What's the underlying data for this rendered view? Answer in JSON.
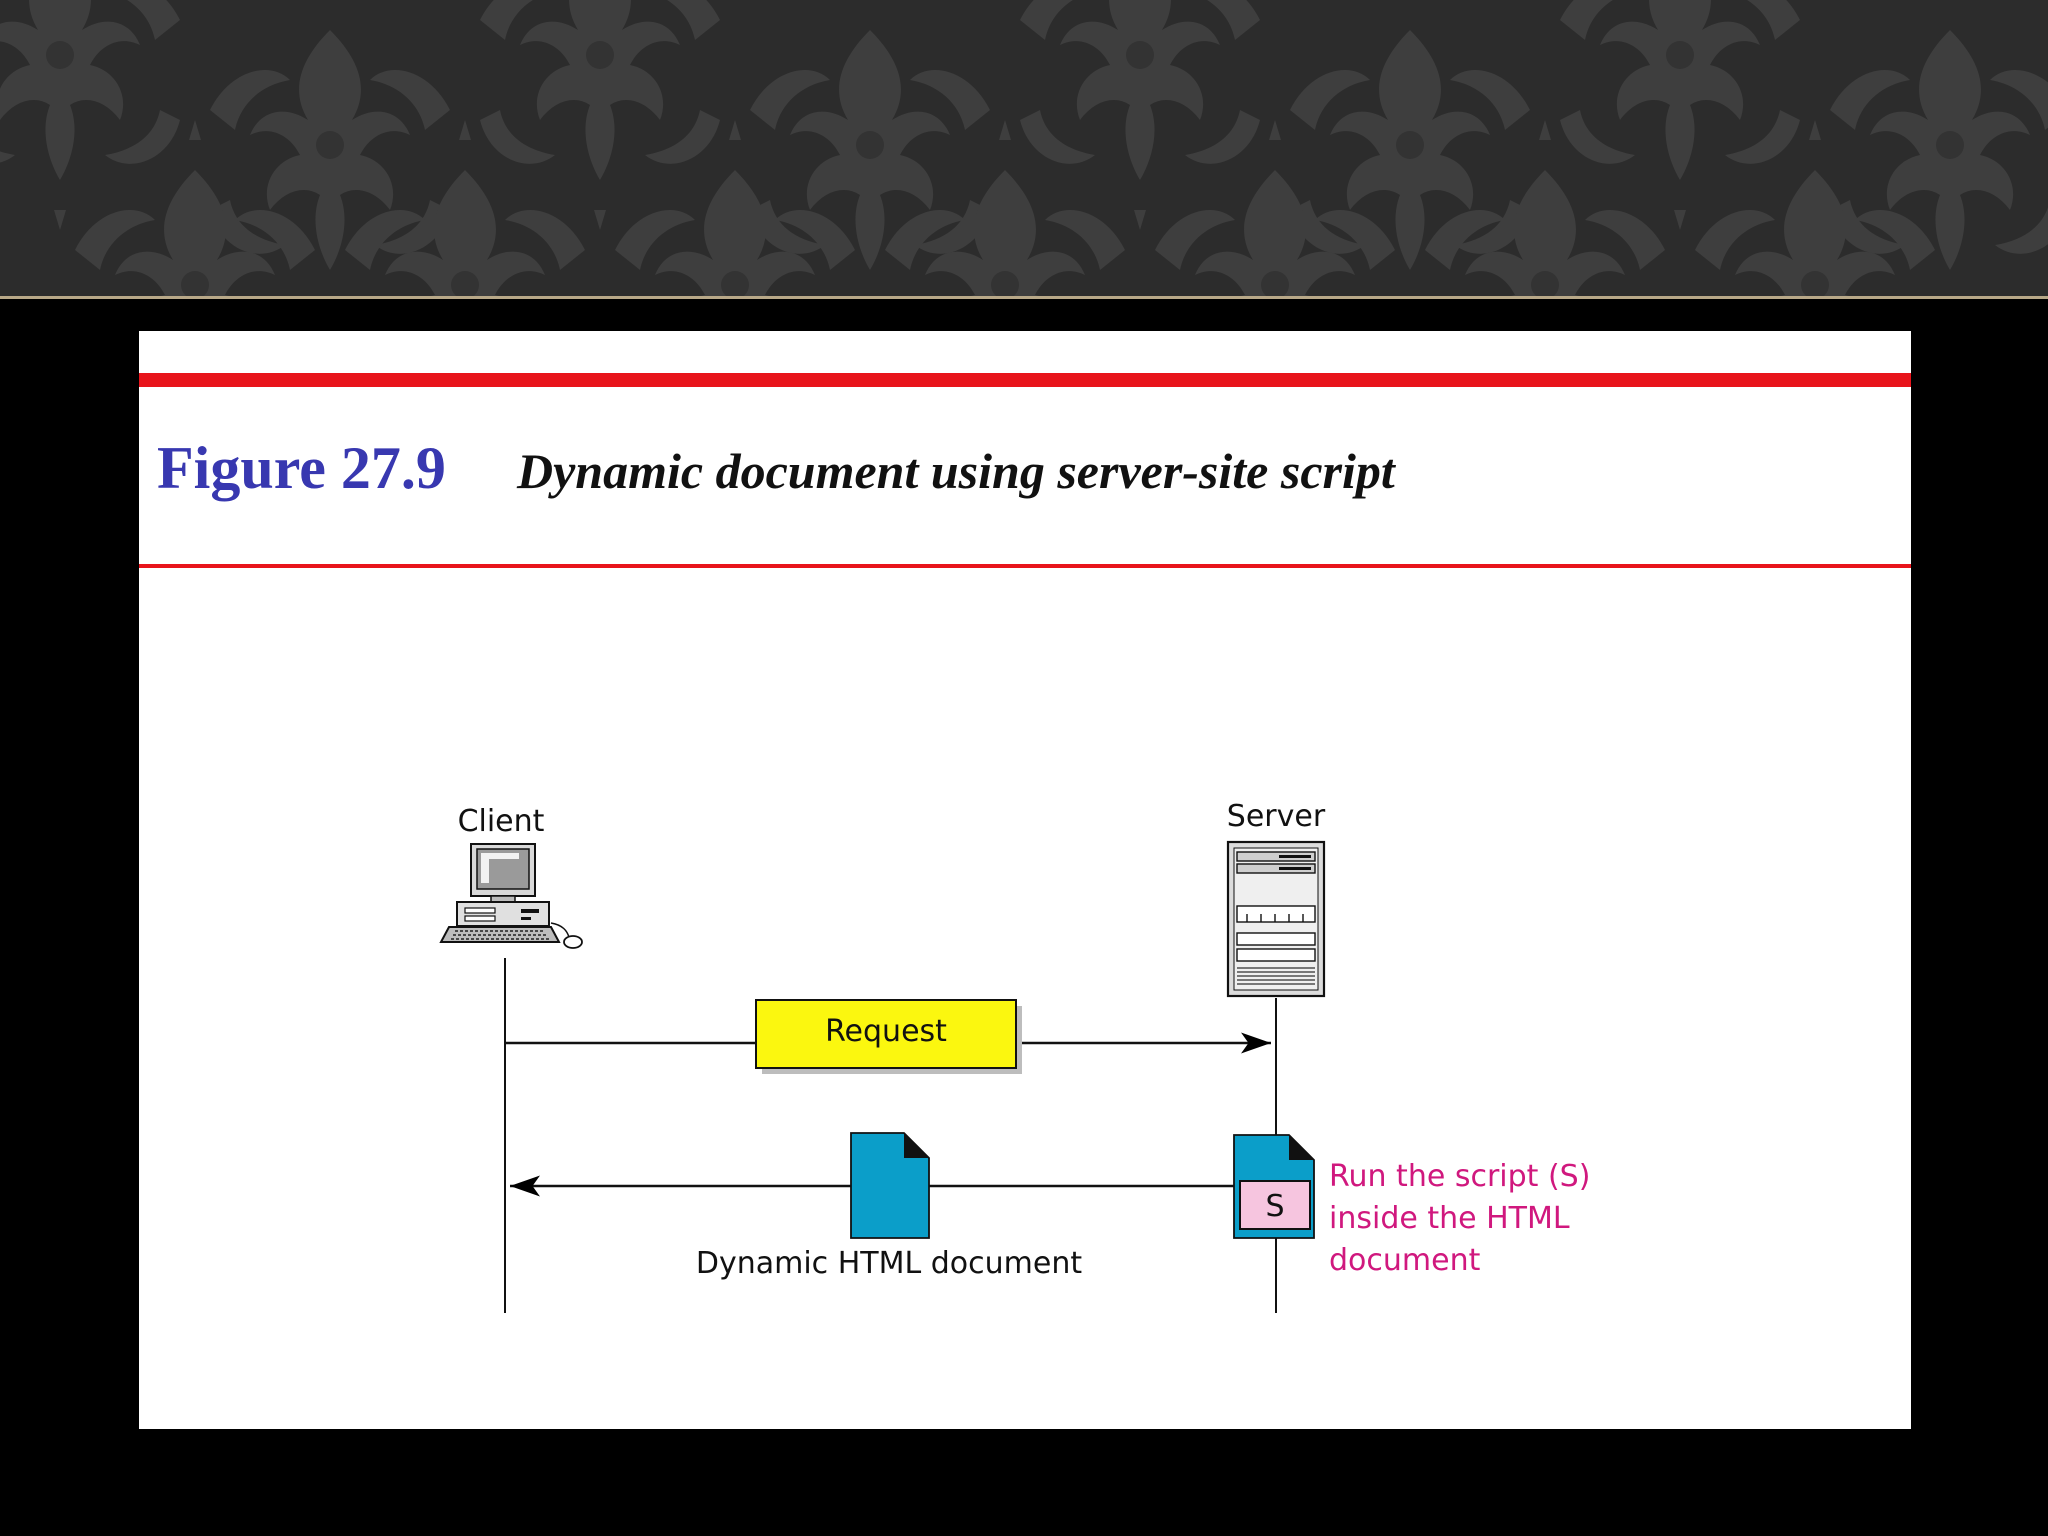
{
  "figure": {
    "number": "Figure 27.9",
    "caption": "Dynamic document using server-site script"
  },
  "diagram": {
    "client_label": "Client",
    "server_label": "Server",
    "request_label": "Request",
    "response_label": "Dynamic HTML document",
    "script_marker": "S",
    "note_lines": [
      "Run the script (S)",
      "inside the HTML",
      "document"
    ]
  },
  "colors": {
    "header_background": "#2c2c2c",
    "figure_number": "#3838b0",
    "caption_text": "#111111",
    "rule_red": "#e8141b",
    "request_box": "#fbf70f",
    "document_blue": "#0b9ec9",
    "script_box": "#f6c5df",
    "note_text": "#d0187e"
  },
  "icons": {
    "client": "desktop-computer-icon",
    "server": "server-tower-icon",
    "document": "document-icon",
    "script_document": "script-document-icon"
  }
}
